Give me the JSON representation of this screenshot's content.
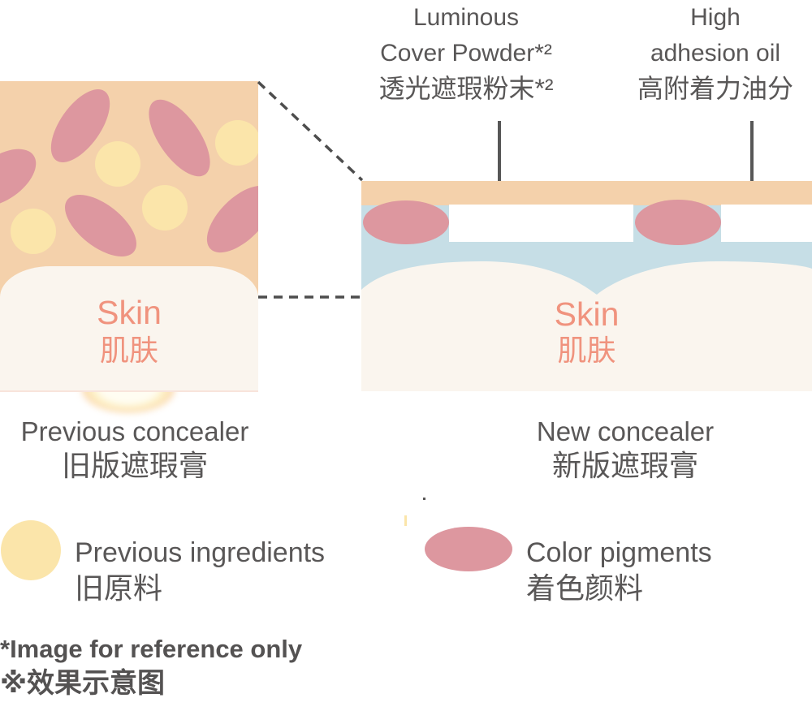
{
  "colors": {
    "peach_base": "#f4d1ab",
    "pigment_pink": "#dd979f",
    "ingredient_yellow": "#fbe5aa",
    "oil_blue": "#c6dee6",
    "skin_cream": "#faf5ee",
    "skin_text_coral": "#f0937e",
    "text_gray": "#595757",
    "line_dark": "#4d4d4d"
  },
  "top_labels": {
    "powder": {
      "en_line1": "Luminous",
      "en_line2": "Cover Powder*²",
      "zh": "透光遮瑕粉末*²"
    },
    "oil": {
      "en_line1": "High",
      "en_line2": "adhesion oil",
      "zh": "高附着力油分"
    }
  },
  "left_panel": {
    "skin_en": "Skin",
    "skin_zh": "肌肤",
    "caption_en": "Previous concealer",
    "caption_zh": "旧版遮瑕膏"
  },
  "right_panel": {
    "skin_en": "Skin",
    "skin_zh": "肌肤",
    "caption_en": "New concealer",
    "caption_zh": "新版遮瑕膏"
  },
  "legend": {
    "previous_ingredients": {
      "en": "Previous ingredients",
      "zh": "旧原料"
    },
    "color_pigments": {
      "en": "Color pigments",
      "zh": "着色颜料"
    }
  },
  "footnote": {
    "en": "*Image for reference only",
    "zh": "※效果示意图"
  }
}
